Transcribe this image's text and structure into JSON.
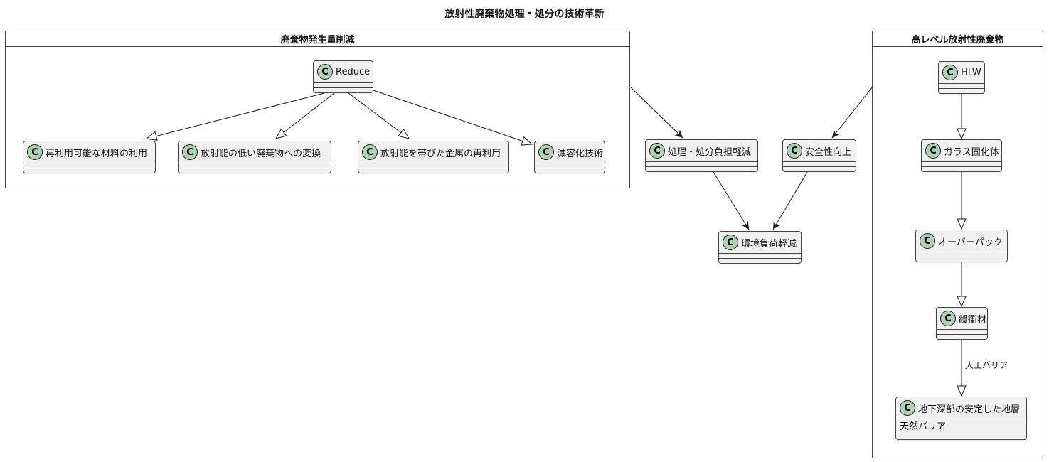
{
  "diagram": {
    "title": "放射性廃棄物処理・処分の技術革新"
  },
  "class_icon_letter": "C",
  "packages": [
    {
      "title": "廃棄物発生量削減"
    },
    {
      "title": "高レベル放射性廃棄物"
    }
  ],
  "nodes": [
    {
      "name": "Reduce",
      "fields": []
    },
    {
      "name": "再利用可能な材料の利用",
      "fields": []
    },
    {
      "name": "放射能の低い廃棄物への変換",
      "fields": []
    },
    {
      "name": "放射能を帯びた金属の再利用",
      "fields": []
    },
    {
      "name": "減容化技術",
      "fields": []
    },
    {
      "name": "処理・処分負担軽減",
      "fields": []
    },
    {
      "name": "安全性向上",
      "fields": []
    },
    {
      "name": "環境負荷軽減",
      "fields": []
    },
    {
      "name": "HLW",
      "fields": []
    },
    {
      "name": "ガラス固化体",
      "fields": []
    },
    {
      "name": "オーバーパック",
      "fields": []
    },
    {
      "name": "緩衝材",
      "fields": []
    },
    {
      "name": "地下深部の安定した地層",
      "fields": [
        "天然バリア"
      ]
    }
  ],
  "edges": [
    {
      "from": "Reduce",
      "to": "再利用可能な材料の利用",
      "arrow": "hollow-triangle",
      "label": ""
    },
    {
      "from": "Reduce",
      "to": "放射能の低い廃棄物への変換",
      "arrow": "hollow-triangle",
      "label": ""
    },
    {
      "from": "Reduce",
      "to": "放射能を帯びた金属の再利用",
      "arrow": "hollow-triangle",
      "label": ""
    },
    {
      "from": "Reduce",
      "to": "減容化技術",
      "arrow": "hollow-triangle",
      "label": ""
    },
    {
      "from": "HLW",
      "to": "ガラス固化体",
      "arrow": "hollow-triangle",
      "label": ""
    },
    {
      "from": "ガラス固化体",
      "to": "オーバーパック",
      "arrow": "hollow-triangle",
      "label": ""
    },
    {
      "from": "オーバーパック",
      "to": "緩衝材",
      "arrow": "hollow-triangle",
      "label": ""
    },
    {
      "from": "緩衝材",
      "to": "地下深部の安定した地層",
      "arrow": "hollow-triangle",
      "label": "人工バリア"
    },
    {
      "from": "廃棄物発生量削減",
      "to": "処理・処分負担軽減",
      "arrow": "filled",
      "label": ""
    },
    {
      "from": "高レベル放射性廃棄物",
      "to": "安全性向上",
      "arrow": "filled",
      "label": ""
    },
    {
      "from": "処理・処分負担軽減",
      "to": "環境負荷軽減",
      "arrow": "filled",
      "label": ""
    },
    {
      "from": "安全性向上",
      "to": "環境負荷軽減",
      "arrow": "filled",
      "label": ""
    }
  ],
  "colors": {
    "class_fill": "#F1F1F2",
    "class_border": "#444444",
    "circle_fill": "#ADD1B2",
    "circle_border": "#1B1B1B",
    "line": "#1B1B1B",
    "text": "#121212",
    "bg": "#FFFFFF"
  }
}
